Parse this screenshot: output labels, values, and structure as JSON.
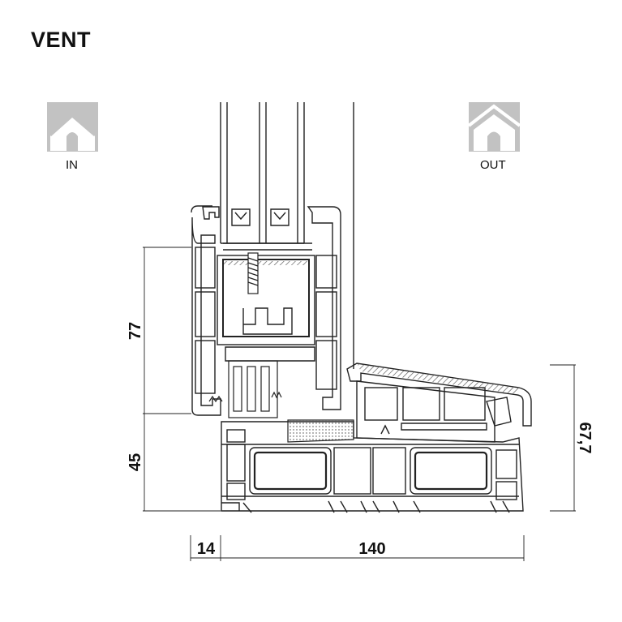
{
  "title": "VENT",
  "sides": {
    "inside_label": "IN",
    "outside_label": "OUT"
  },
  "icons": {
    "inside": "house-inside-icon",
    "outside": "house-outside-icon"
  },
  "dimensions": {
    "sash_height": "77",
    "frame_height": "45",
    "sill_height": "67,7",
    "overlap_width": "14",
    "frame_width": "140"
  },
  "colors": {
    "icon_gray": "#c2c2c2",
    "line": "#222222",
    "hatch": "#555555"
  }
}
